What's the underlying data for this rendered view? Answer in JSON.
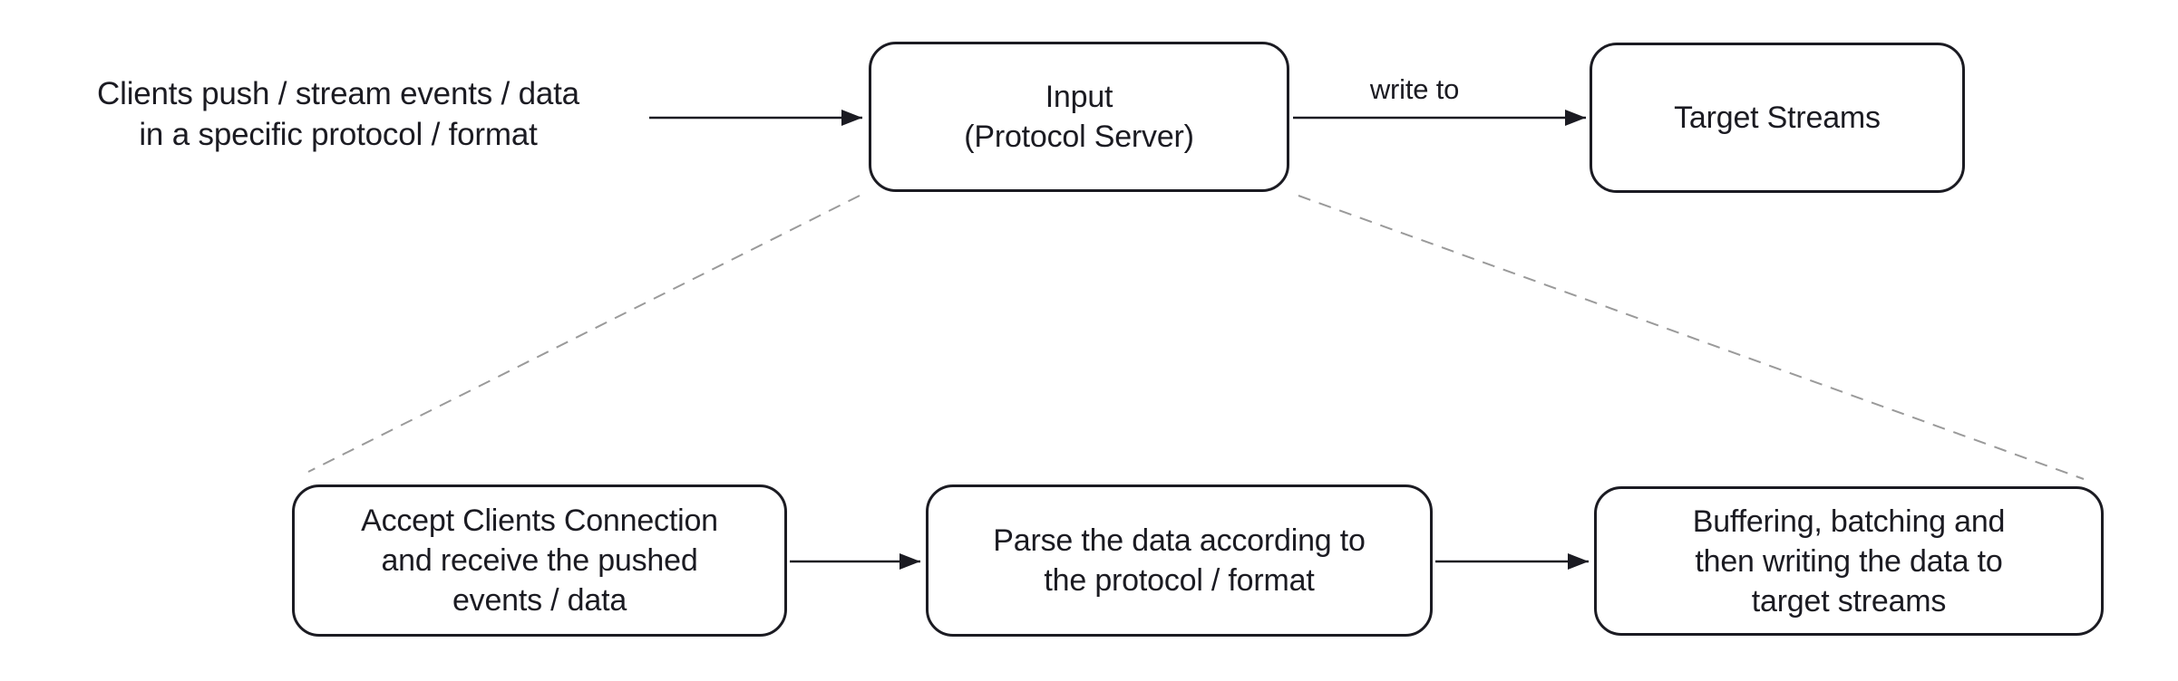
{
  "diagram": {
    "annotation": "Clients push / stream events / data\nin a specific protocol / format",
    "nodes": {
      "input": "Input\n(Protocol Server)",
      "target_streams": "Target Streams",
      "accept_connection": "Accept Clients Connection\nand receive the pushed\nevents / data",
      "parse_data": "Parse the data according to\nthe protocol / format",
      "buffer_write": "Buffering, batching and\nthen writing the data to\ntarget streams"
    },
    "edge_labels": {
      "write_to": "write to"
    },
    "colors": {
      "stroke": "#1b1b22",
      "dashed_line": "#9a9a9a",
      "background": "#ffffff",
      "text": "#1b1b22"
    }
  }
}
